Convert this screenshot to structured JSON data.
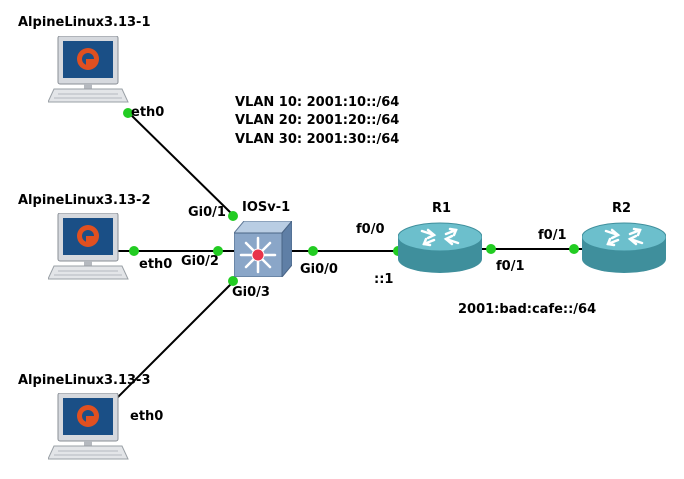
{
  "nodes": {
    "alpine1": {
      "name": "AlpineLinux3.13-1",
      "port": "eth0"
    },
    "alpine2": {
      "name": "AlpineLinux3.13-2",
      "port": "eth0"
    },
    "alpine3": {
      "name": "AlpineLinux3.13-3",
      "port": "eth0"
    },
    "switch": {
      "name": "IOSv-1",
      "ports": {
        "gi0_1": "Gi0/1",
        "gi0_2": "Gi0/2",
        "gi0_3": "Gi0/3",
        "gi0_0": "Gi0/0"
      }
    },
    "r1": {
      "name": "R1",
      "port_left": "f0/0",
      "port_right": "f0/1",
      "addr": "::1"
    },
    "r2": {
      "name": "R2",
      "port_left": "f0/1"
    }
  },
  "vlans": [
    {
      "label": "VLAN 10: 2001:10::/64"
    },
    {
      "label": "VLAN 20: 2001:20::/64"
    },
    {
      "label": "VLAN 30: 2001:30::/64"
    }
  ],
  "networks": {
    "r1_r2": "2001:bad:cafe::/64"
  },
  "colors": {
    "link": "#000000",
    "port_dot": "#22cc22",
    "router_body": "#3f8f9c",
    "router_top": "#6cbfcc",
    "switch_body": "#8aa6c8",
    "switch_center": "#e8334a",
    "screen": "#1a4f86",
    "logo": "#e05020"
  },
  "icons": {
    "hosts": "computer-icon",
    "switch": "multilayer-switch-icon",
    "routers": "router-icon"
  }
}
